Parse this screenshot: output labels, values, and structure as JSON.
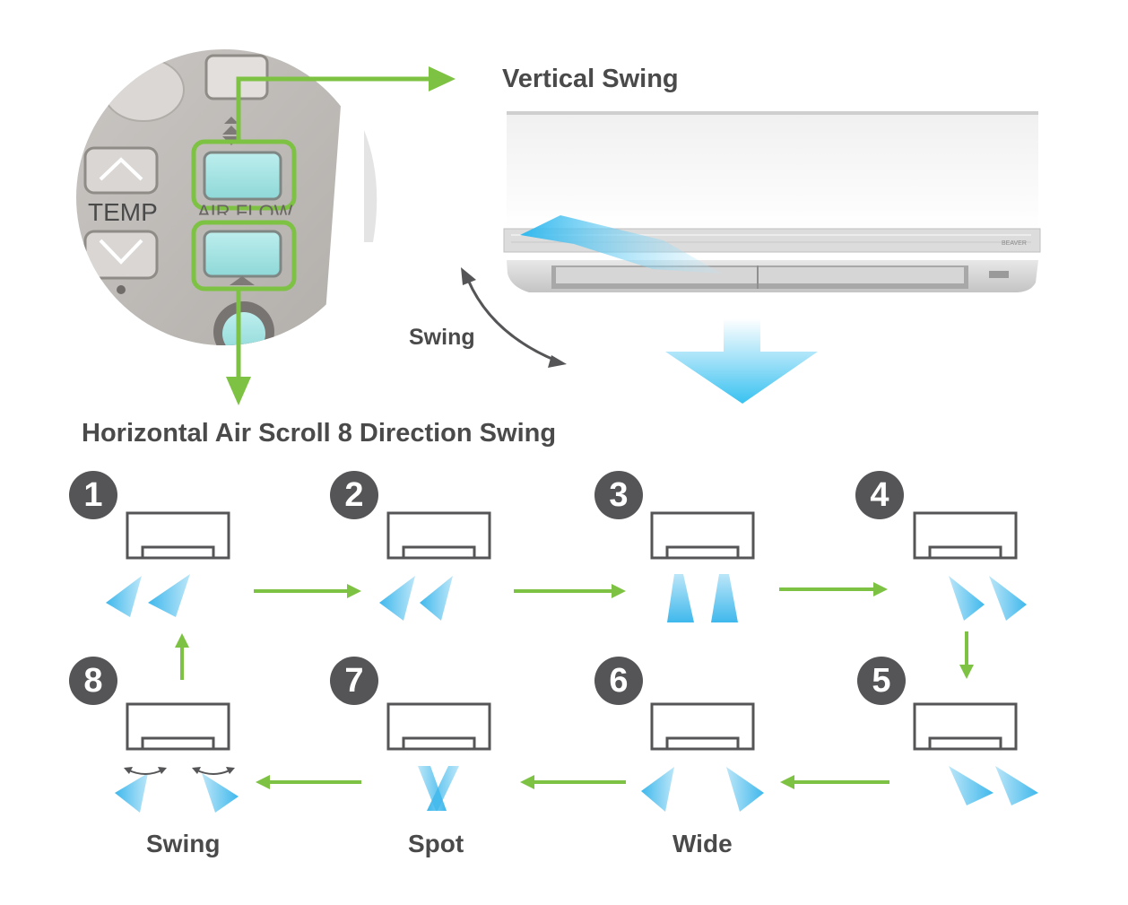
{
  "titles": {
    "vertical": "Vertical Swing",
    "horizontal": "Horizontal Air Scroll 8 Direction Swing",
    "swing_arrow": "Swing"
  },
  "remote": {
    "temp_label": "TEMP",
    "airflow_label": "AIR FLOW"
  },
  "unit_brand": "BEAVER",
  "steps": [
    {
      "number": "1"
    },
    {
      "number": "2"
    },
    {
      "number": "3"
    },
    {
      "number": "4"
    },
    {
      "number": "5"
    },
    {
      "number": "6"
    },
    {
      "number": "7"
    },
    {
      "number": "8"
    }
  ],
  "modes": {
    "swing": "Swing",
    "spot": "Spot",
    "wide": "Wide"
  },
  "colors": {
    "arrow_green": "#7dc242",
    "air_blue": "#3fb8ec",
    "circle_gray": "#555557",
    "unit_outline": "#555557",
    "text_gray": "#4a4a4a"
  }
}
